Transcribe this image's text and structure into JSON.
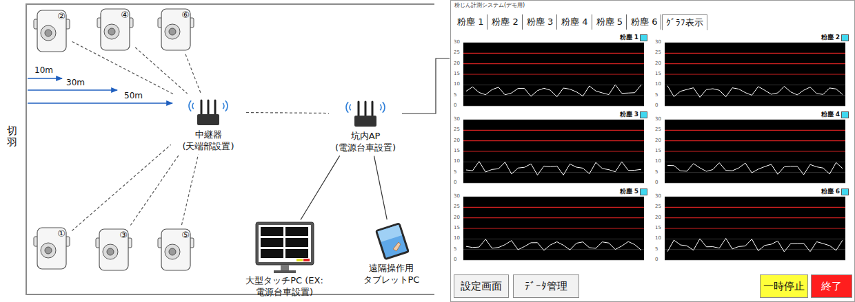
{
  "diagram": {
    "nodes": [
      {
        "text": [
          "②"
        ]
      },
      {
        "text": [
          "④"
        ]
      },
      {
        "text": [
          "⑥"
        ]
      },
      {
        "text": [
          "①"
        ]
      },
      {
        "text": [
          "③"
        ]
      },
      {
        "text": [
          "⑤"
        ]
      },
      {
        "text": [
          "中継器 (天端部設置)"
        ]
      },
      {
        "text": [
          "坑内AP (電源台車設置)"
        ]
      },
      {
        "text": [
          "大型タッチPC (EX:電源台車設置)"
        ]
      },
      {
        "text": [
          "遠隔操作用 タブレットPC"
        ]
      },
      {
        "text": [
          "粉じん計測システム(デモ用)"
        ]
      },
      {
        "text": [
          "粉塵 1"
        ],
        "in": 10
      },
      {
        "text": [
          "粉塵 2"
        ],
        "in": 10
      },
      {
        "text": [
          "粉塵 3"
        ],
        "in": 10
      },
      {
        "text": [
          "粉塵 4"
        ],
        "in": 10
      },
      {
        "text": [
          "粉塵 5"
        ],
        "in": 10
      },
      {
        "text": [
          "粉塵 6"
        ],
        "in": 10
      },
      {
        "text": [
          "ｸﾞﾗﾌ表示"
        ],
        "in": 10
      },
      {
        "text": [
          "粉塵 1"
        ],
        "in": 10
      },
      {
        "text": [
          "粉塵 2"
        ],
        "in": 10
      },
      {
        "text": [
          "粉塵 3"
        ],
        "in": 10
      },
      {
        "text": [
          "粉塵 4"
        ],
        "in": 10
      },
      {
        "text": [
          "粉塵 5"
        ],
        "in": 10
      },
      {
        "text": [
          "粉塵 6"
        ],
        "in": 10
      },
      {
        "text": [
          "設定画面"
        ],
        "in": 10
      },
      {
        "text": [
          "ﾃﾞｰﾀ管理"
        ],
        "in": 10
      },
      {
        "text": [
          "一時停止"
        ],
        "in": 10
      },
      {
        "text": [
          "終了"
        ],
        "in": 10
      }
    ],
    "edges": [
      {
        "from": 0,
        "to": 6,
        "arrow": "none"
      },
      {
        "from": 1,
        "to": 6,
        "arrow": "none"
      },
      {
        "from": 2,
        "to": 6,
        "arrow": "none"
      },
      {
        "from": 3,
        "to": 6,
        "arrow": "none"
      },
      {
        "from": 4,
        "to": 6,
        "arrow": "none"
      },
      {
        "from": 5,
        "to": 6,
        "arrow": "none"
      },
      {
        "from": 6,
        "to": 7,
        "arrow": "none"
      },
      {
        "from": 7,
        "to": 8,
        "arrow": "none"
      },
      {
        "from": 7,
        "to": 9,
        "arrow": "none"
      },
      {
        "from": 7,
        "to": 10,
        "arrow": "none"
      }
    ],
    "labels": [
      "切羽",
      "10m",
      "30m",
      "50m",
      "30",
      "25",
      "20",
      "15",
      "10",
      "5",
      "0",
      "30",
      "25",
      "20",
      "15",
      "10",
      "5",
      "0",
      "30",
      "25",
      "20",
      "15",
      "10",
      "5",
      "0",
      "30",
      "25",
      "20",
      "15",
      "10",
      "5",
      "0",
      "30",
      "25",
      "20",
      "15",
      "10",
      "5",
      "0",
      "30",
      "25",
      "20",
      "15",
      "10",
      "5",
      "0"
    ]
  }
}
